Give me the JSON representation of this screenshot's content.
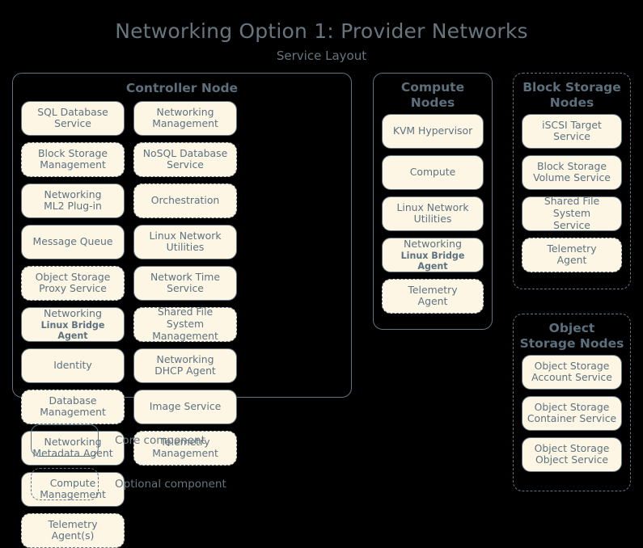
{
  "title": "Networking Option 1: Provider Networks",
  "subtitle": "Service Layout",
  "colors": {
    "background": "#000000",
    "box_fill": "#fdf6e4",
    "border": "#5f7682",
    "text": "#5d7280",
    "title_text": "#67757f",
    "group_title_text": "#5c6f7c"
  },
  "groups": {
    "controller": {
      "title": "Controller Node",
      "optional": false,
      "services": [
        {
          "l1": "SQL Database",
          "l2": "Service",
          "optional": false,
          "agent": false
        },
        {
          "l1": "Networking",
          "l2": "Management",
          "optional": false,
          "agent": false
        },
        {
          "l1": "Block Storage",
          "l2": "Management",
          "optional": true,
          "agent": false
        },
        {
          "l1": "NoSQL Database",
          "l2": "Service",
          "optional": true,
          "agent": false
        },
        {
          "l1": "Networking",
          "l2": "ML2 Plug-in",
          "optional": false,
          "agent": false
        },
        {
          "l1": "Orchestration",
          "l2": "",
          "optional": true,
          "agent": false
        },
        {
          "l1": "Message Queue",
          "l2": "",
          "optional": false,
          "agent": false
        },
        {
          "l1": "Linux Network",
          "l2": "Utilities",
          "optional": false,
          "agent": false
        },
        {
          "l1": "Object Storage",
          "l2": "Proxy Service",
          "optional": true,
          "agent": false
        },
        {
          "l1": "Network Time",
          "l2": "Service",
          "optional": false,
          "agent": false
        },
        {
          "l1": "Networking",
          "l2": "Linux Bridge Agent",
          "optional": false,
          "agent": true
        },
        {
          "l1": "Shared File System",
          "l2": "Management",
          "optional": true,
          "agent": false
        },
        {
          "l1": "Identity",
          "l2": "",
          "optional": false,
          "agent": false
        },
        {
          "l1": "Networking",
          "l2": "DHCP Agent",
          "optional": false,
          "agent": false
        },
        {
          "l1": "Database",
          "l2": "Management",
          "optional": true,
          "agent": false
        },
        {
          "l1": "Image Service",
          "l2": "",
          "optional": false,
          "agent": false
        },
        {
          "l1": "Networking",
          "l2": "Metadata Agent",
          "optional": false,
          "agent": false
        },
        {
          "l1": "Telemetry",
          "l2": "Management",
          "optional": true,
          "agent": false
        },
        {
          "l1": "Compute",
          "l2": "Management",
          "optional": false,
          "agent": false
        },
        {
          "l1": "",
          "l2": "",
          "optional": false,
          "agent": false,
          "spacer": true
        },
        {
          "l1": "Telemetry",
          "l2": "Agent(s)",
          "optional": true,
          "agent": false
        }
      ]
    },
    "compute": {
      "title_line1": "Compute",
      "title_line2": "Nodes",
      "optional": false,
      "services": [
        {
          "l1": "KVM Hypervisor",
          "l2": "",
          "optional": false,
          "agent": false
        },
        {
          "l1": "Compute",
          "l2": "",
          "optional": false,
          "agent": false
        },
        {
          "l1": "Linux Network",
          "l2": "Utilities",
          "optional": false,
          "agent": false
        },
        {
          "l1": "Networking",
          "l2": "Linux Bridge Agent",
          "optional": false,
          "agent": true
        },
        {
          "l1": "Telemetry",
          "l2": "Agent",
          "optional": true,
          "agent": false
        }
      ]
    },
    "block_storage": {
      "title_line1": "Block Storage",
      "title_line2": "Nodes",
      "optional": true,
      "services": [
        {
          "l1": "iSCSI Target",
          "l2": "Service",
          "optional": false,
          "agent": false
        },
        {
          "l1": "Block Storage",
          "l2": "Volume Service",
          "optional": false,
          "agent": false
        },
        {
          "l1": "Shared File System",
          "l2": "Service",
          "optional": false,
          "agent": false
        },
        {
          "l1": "Telemetry",
          "l2": "Agent",
          "optional": true,
          "agent": false
        }
      ]
    },
    "object_storage": {
      "title_line1": "Object",
      "title_line2": "Storage Nodes",
      "optional": true,
      "services": [
        {
          "l1": "Object Storage",
          "l2": "Account Service",
          "optional": false,
          "agent": false
        },
        {
          "l1": "Object Storage",
          "l2": "Container Service",
          "optional": false,
          "agent": false
        },
        {
          "l1": "Object Storage",
          "l2": "Object Service",
          "optional": false,
          "agent": false
        }
      ]
    }
  },
  "legend": [
    {
      "style": "solid",
      "label": "Core component"
    },
    {
      "style": "dashed",
      "label": "Optional component"
    }
  ]
}
